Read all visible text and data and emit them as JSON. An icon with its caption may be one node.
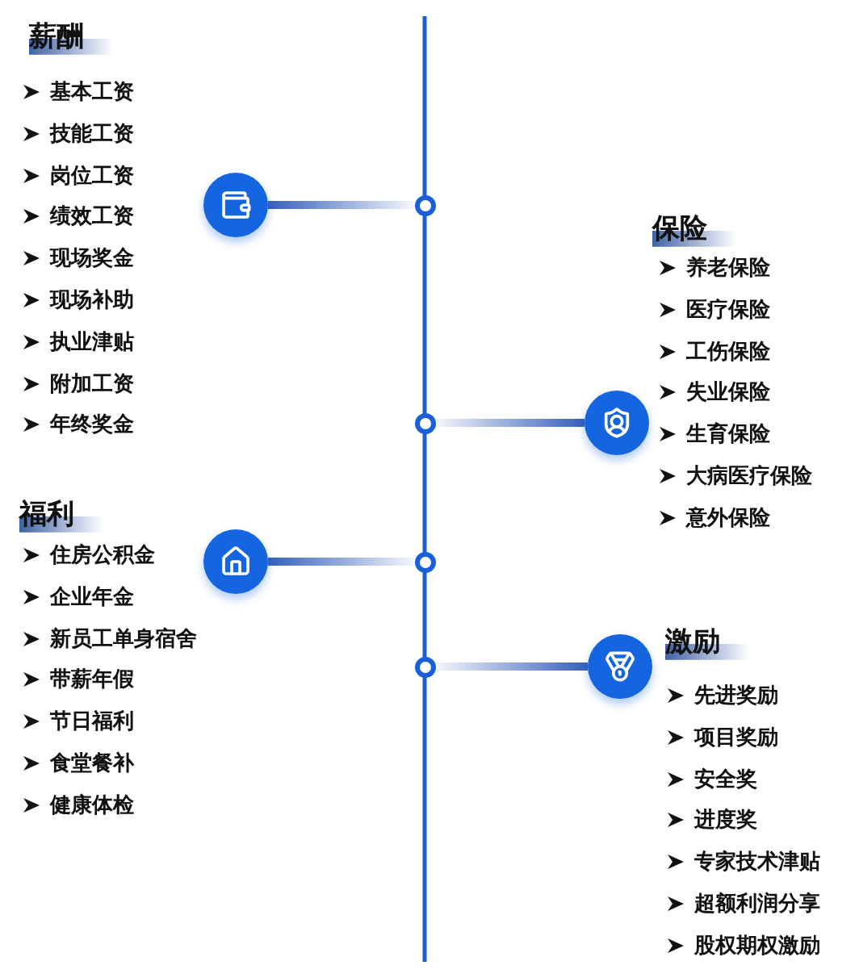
{
  "diagram": {
    "nodes": [
      {
        "text": [],
        "shape": "circle"
      },
      {
        "text": [],
        "shape": "circle"
      },
      {
        "text": [],
        "shape": "circle"
      },
      {
        "text": [],
        "shape": "circle"
      },
      {
        "text": [],
        "shape": "circle"
      },
      {
        "text": [],
        "shape": "circle"
      },
      {
        "text": [],
        "shape": "circle"
      },
      {
        "text": [],
        "shape": "circle"
      }
    ],
    "edges": [
      {
        "from": 0,
        "to": 1,
        "arrow": "none"
      },
      {
        "from": 3,
        "to": 2,
        "arrow": "none"
      },
      {
        "from": 4,
        "to": 5,
        "arrow": "none"
      },
      {
        "from": 7,
        "to": 6,
        "arrow": "none"
      }
    ],
    "labels": [
      "薪酬",
      "基本工资",
      "技能工资",
      "岗位工资",
      "绩效工资",
      "现场奖金",
      "现场补助",
      "执业津贴",
      "附加工资",
      "年终奖金",
      "保险",
      "养老保险",
      "医疗保险",
      "工伤保险",
      "失业保险",
      "生育保险",
      "大病医疗保险",
      "意外保险",
      "福利",
      "住房公积金",
      "企业年金",
      "新员工单身宿舍",
      "带薪年假",
      "节日福利",
      "食堂餐补",
      "健康体检",
      "激励",
      "先进奖励",
      "项目奖励",
      "安全奖",
      "进度奖",
      "专家技术津贴",
      "超额利润分享",
      "股权期权激励"
    ]
  }
}
